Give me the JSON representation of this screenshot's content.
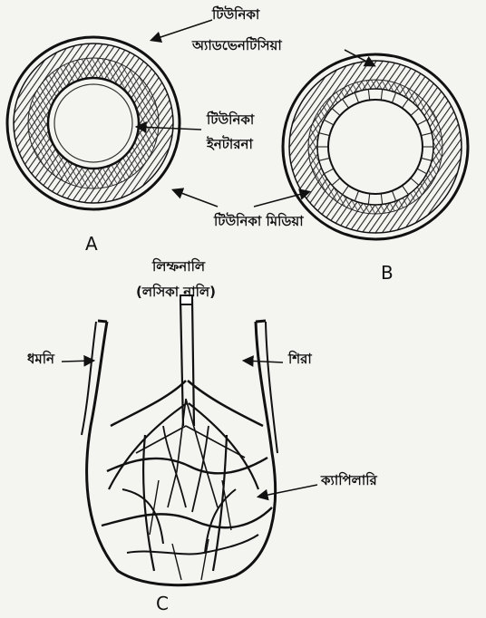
{
  "labels": {
    "tunica_adventitia_line1": "টিউনিকা",
    "tunica_adventitia_line2": "অ্যাডভেনটিসিয়া",
    "tunica_intima_line1": "টিউনিকা",
    "tunica_intima_line2": "ইনটারনা",
    "tunica_media": "টিউনিকা মিডিয়া",
    "lymph_vessel_line1": "লিম্ফনালি",
    "lymph_vessel_line2": "(লসিকা নালি)",
    "artery": "ধমনি",
    "vein": "শিরা",
    "capillary": "ক্যাপিলারি"
  },
  "figure_letters": {
    "a": "A",
    "b": "B",
    "c": "C"
  },
  "colors": {
    "ink": "#111111",
    "paper": "#f4f4f1"
  }
}
